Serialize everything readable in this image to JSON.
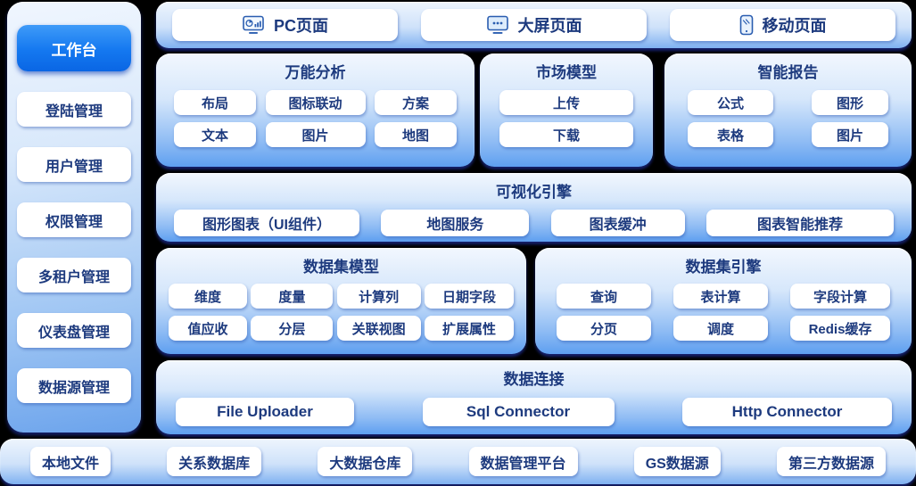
{
  "colors": {
    "page_bg": "#000000",
    "panel_gradient_top": "#f2f7fe",
    "panel_gradient_bottom": "#5e9ff0",
    "button_bg": "#ffffff",
    "text_navy": "#1d3a7e",
    "active_gradient_top": "#3f9bf8",
    "active_gradient_bottom": "#0a66e4",
    "icon_stroke": "#2a5db0"
  },
  "sidebar": {
    "active_item": {
      "label": "工作台"
    },
    "items": [
      {
        "label": "登陆管理"
      },
      {
        "label": "用户管理"
      },
      {
        "label": "权限管理"
      },
      {
        "label": "多租户管理"
      },
      {
        "label": "仪表盘管理"
      },
      {
        "label": "数据源管理"
      }
    ]
  },
  "top_bar": {
    "items": [
      {
        "label": "PC页面",
        "icon": "monitor-chart-icon"
      },
      {
        "label": "大屏页面",
        "icon": "monitor-dots-icon"
      },
      {
        "label": "移动页面",
        "icon": "mobile-icon"
      }
    ]
  },
  "sections": {
    "analysis": {
      "title": "万能分析",
      "buttons": [
        "布局",
        "图标联动",
        "方案",
        "文本",
        "图片",
        "地图"
      ]
    },
    "market": {
      "title": "市场模型",
      "buttons": [
        "上传",
        "下载"
      ]
    },
    "report": {
      "title": "智能报告",
      "buttons": [
        "公式",
        "图形",
        "表格",
        "图片"
      ]
    },
    "visual_engine": {
      "title": "可视化引擎",
      "buttons": [
        "图形图表（UI组件）",
        "地图服务",
        "图表缓冲",
        "图表智能推荐"
      ]
    },
    "dataset_model": {
      "title": "数据集模型",
      "buttons": [
        "维度",
        "度量",
        "计算列",
        "日期字段",
        "值应收",
        "分层",
        "关联视图",
        "扩展属性"
      ]
    },
    "dataset_engine": {
      "title": "数据集引擎",
      "buttons": [
        "查询",
        "表计算",
        "字段计算",
        "分页",
        "调度",
        "Redis缓存"
      ]
    },
    "data_connect": {
      "title": "数据连接",
      "buttons": [
        "File Uploader",
        "Sql Connector",
        "Http Connector"
      ]
    }
  },
  "bottom_bar": {
    "items": [
      "本地文件",
      "关系数据库",
      "大数据仓库",
      "数据管理平台",
      "GS数据源",
      "第三方数据源"
    ]
  }
}
